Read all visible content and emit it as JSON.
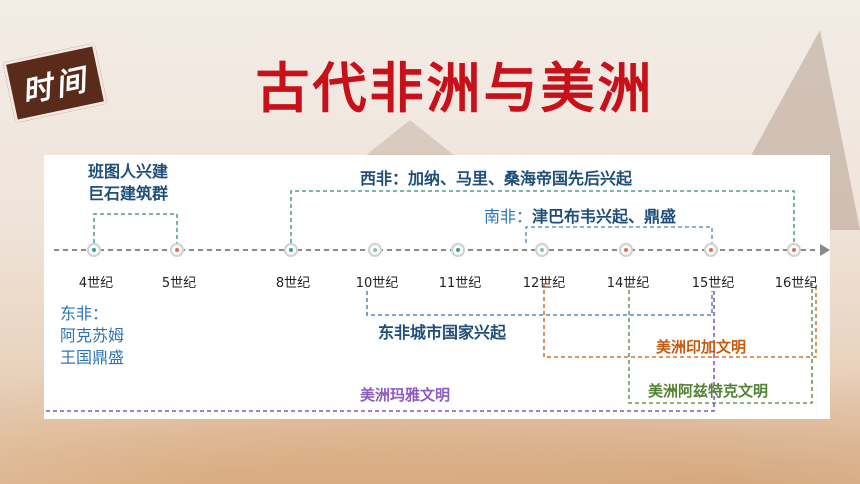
{
  "slide": {
    "stamp_text": "时间",
    "title": "古代非洲与美洲"
  },
  "timeline": {
    "ticks": [
      "4世纪",
      "5世纪",
      "8世纪",
      "10世纪",
      "11世纪",
      "12世纪",
      "14世纪",
      "15世纪",
      "16世纪"
    ],
    "dot_colors": [
      "#2aa39a",
      "#e36c4a",
      "#2aa39a",
      "#7cc7c0",
      "#2aa39a",
      "#7cc7c0",
      "#e36c4a",
      "#e36c4a",
      "#e36c4a"
    ]
  },
  "events": {
    "bantu_line1": "班图人兴建",
    "bantu_line2": "巨石建筑群",
    "west_africa": "西非：加纳、马里、桑海帝国先后兴起",
    "south_prefix": "南非：",
    "south_rest": "津巴布韦兴起、鼎盛",
    "east_line1": "东非：",
    "east_line2": "阿克苏姆",
    "east_line3": "王国鼎盛",
    "east_cities": "东非城市国家兴起",
    "inca": "美洲印加文明",
    "aztec": "美洲阿兹特克文明",
    "maya": "美洲玛雅文明"
  },
  "colors": {
    "title": "#c8101a",
    "stamp": "#5a2a1a",
    "event_blue": "#1f4e79",
    "east_blue": "#2f74b5",
    "inca": "#c55a11",
    "aztec": "#548235",
    "maya": "#7030a0",
    "west_line": "#2e8b7a",
    "axis": "#8a8a8a"
  }
}
